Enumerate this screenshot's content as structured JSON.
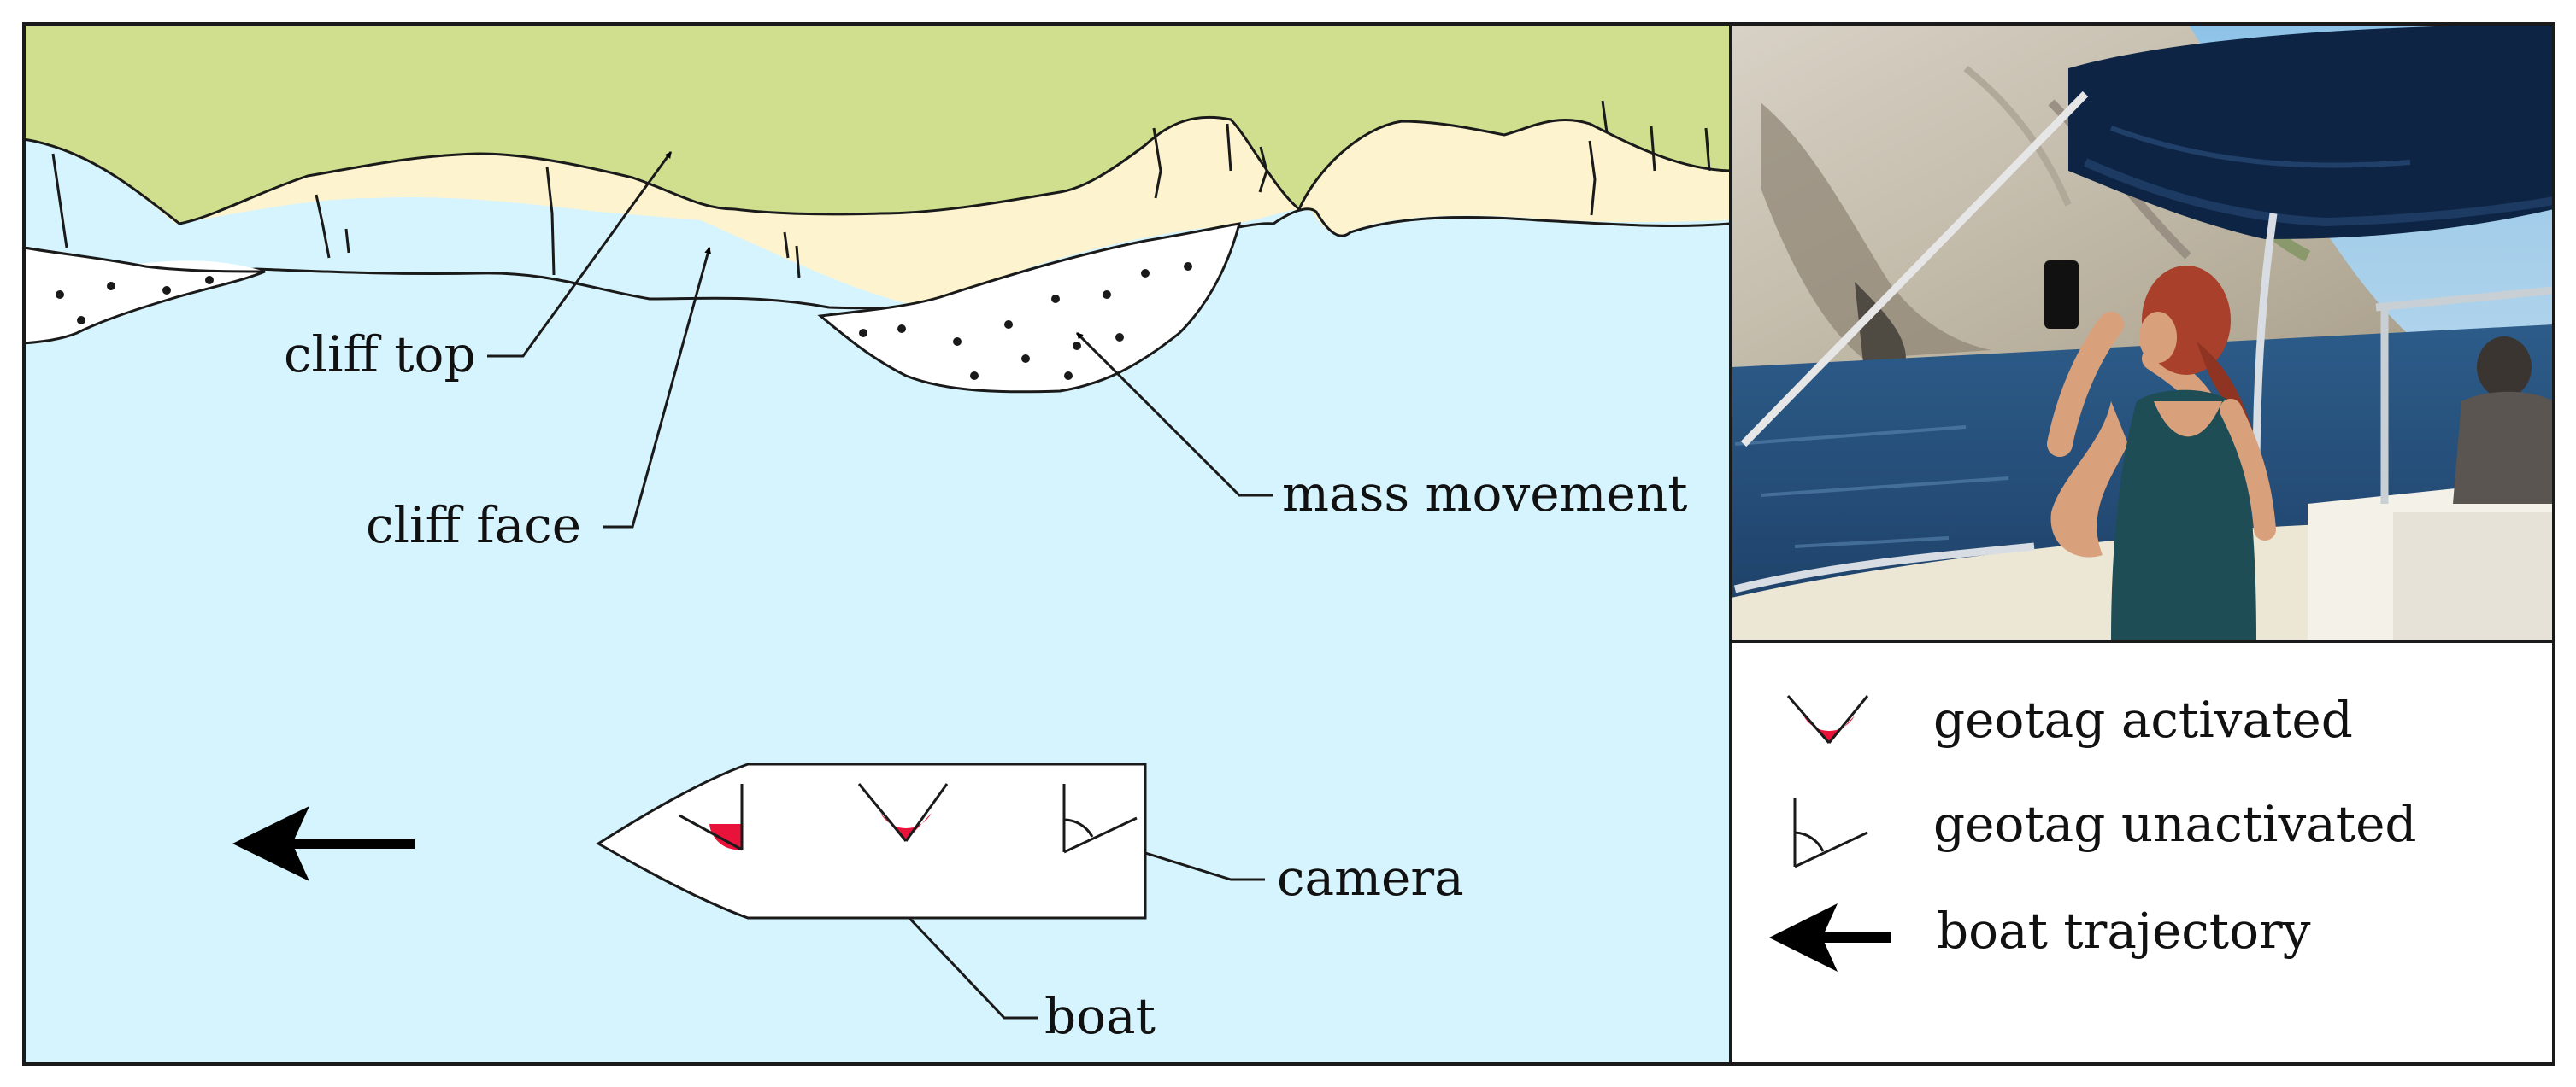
{
  "diagram": {
    "labels": {
      "cliff_top": "cliff top",
      "cliff_face": "cliff face",
      "mass_movement": "mass movement",
      "camera": "camera",
      "boat": "boat"
    },
    "legend": {
      "items": [
        {
          "icon": "camera-activated-icon",
          "text": "geotag activated"
        },
        {
          "icon": "camera-unactivated-icon",
          "text": "geotag unactivated"
        },
        {
          "icon": "arrow-left-icon",
          "text": "boat trajectory"
        }
      ]
    },
    "photo": {
      "icon": "photo-woman-photographing-cliff-from-boat"
    },
    "colors": {
      "sea": "#d6f4fd",
      "cliff_top": "#cfdf8e",
      "cliff_face": "#fdf4cf",
      "debris": "#ffffff",
      "camera_active": "#e8123a",
      "outline": "#1a1a1a",
      "arrow": "#000000"
    }
  }
}
